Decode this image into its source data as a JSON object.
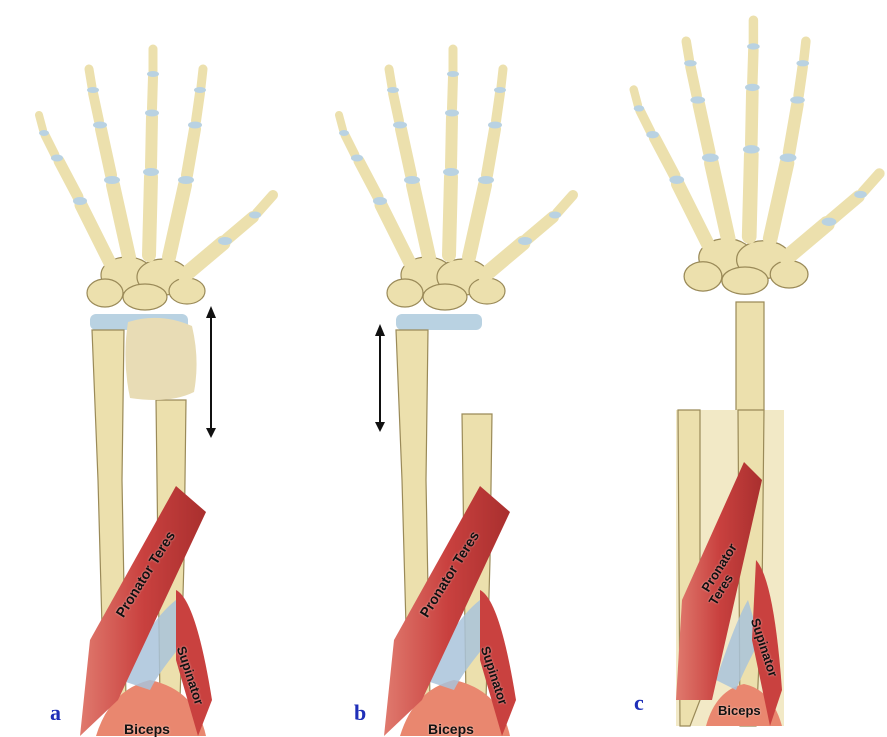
{
  "panels": [
    {
      "letter": "a",
      "muscles": {
        "pronator": "Pronator Teres",
        "supinator": "Supinator",
        "biceps": "Biceps"
      }
    },
    {
      "letter": "b",
      "muscles": {
        "pronator": "Pronator Teres",
        "supinator": "Supinator",
        "biceps": "Biceps"
      }
    },
    {
      "letter": "c",
      "muscles": {
        "pronator_line1": "Pronator",
        "pronator_line2": "Teres",
        "supinator": "Supinator",
        "biceps": "Biceps"
      }
    }
  ],
  "colors": {
    "bone": "#ece0ad",
    "bone_edge": "#9a8a58",
    "cartilage": "#b9d2e2",
    "muscle": "#c9413f",
    "muscle_light": "#e07a6e",
    "biceps": "#e9876f",
    "tendon": "#a9c3da",
    "defect": "#e8dcb5",
    "arrow": "#111111",
    "letter": "#1f2fb8"
  }
}
